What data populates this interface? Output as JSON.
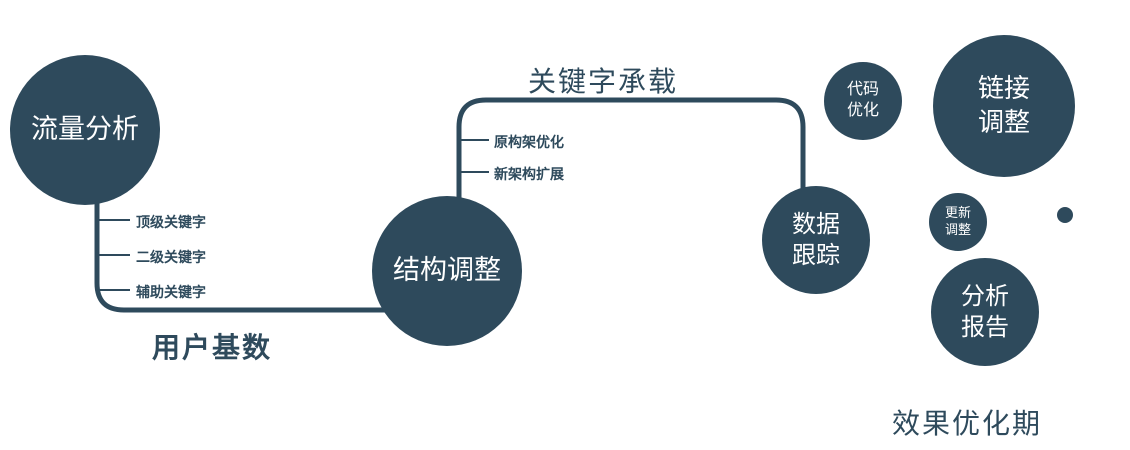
{
  "diagram": {
    "nodes": {
      "traffic": {
        "label": "流量分析"
      },
      "structure": {
        "label": "结构调整"
      },
      "data_tracking": {
        "label": "数据\n跟踪"
      },
      "code_opt": {
        "label": "代码\n优化"
      },
      "link_adjust": {
        "label": "链接\n调整"
      },
      "update_adjust": {
        "label": "更新\n调整"
      },
      "report": {
        "label": "分析\n报告"
      }
    },
    "edge_labels": {
      "user_base": "用户基数",
      "keyword_carry": "关键字承载"
    },
    "branches": {
      "top_keywords": "顶级关键字",
      "second_keywords": "二级关键字",
      "aux_keywords": "辅助关键字",
      "orig_arch": "原构架优化",
      "new_arch": "新架构扩展"
    },
    "caption": "效果优化期",
    "colors": {
      "primary": "#2e4a5c",
      "node_text": "#ffffff",
      "background": "#ffffff"
    }
  }
}
